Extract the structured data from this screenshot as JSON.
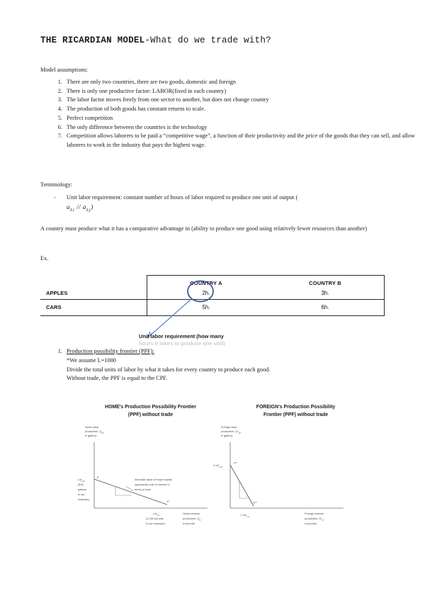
{
  "document": {
    "title_bold": "THE RICARDIAN MODEL",
    "title_rest": "-What do we trade with?",
    "assumptions_heading": "Model assumptions:",
    "assumptions": [
      "There are only two countries, there are two goods, domestic and foreign",
      "There is only one productive factor: LABOR(fixed in each country)",
      "The labor factor moves freely from one sector to another, but does not change country",
      "The production of both goods has constant returns to scale.",
      "Perfect competition",
      "The only difference between the countries is the technology",
      "Competition allows laborers to be paid a “competitive wage”, a function of their productivity and the price of the goods that they can sell, and allow laborers to work in the industry that pays the highest wage."
    ],
    "terminology_heading": "Terminology:",
    "terminology_item": "Unit labor requirement: constant number of hours of labor required to produce one unit of output (",
    "terminology_math_a": "a",
    "terminology_math_a_sub": "Li",
    "terminology_math_sep": " // ",
    "terminology_math_b": "a",
    "terminology_math_b_sub": "Lj",
    "terminology_math_close": ")",
    "comparative_advantage": "A country must produce what it has a comparative advantage in (ability to produce one good using relatively fewer resources than another)",
    "example_label": "Ex."
  },
  "table": {
    "columns": [
      "COUNTRY A",
      "COUNTRY B"
    ],
    "rows": [
      {
        "label": "APPLES",
        "country_a": "2h.",
        "country_b": "3h."
      },
      {
        "label": "CARS",
        "country_a": "5h.",
        "country_b": "6h."
      }
    ],
    "annotation": {
      "circled_value": "2h.",
      "caption_line1": "Unit labor requirement (how many",
      "caption_line2": "hours it takes to produce one unit)",
      "ink_color": "#2f5496"
    }
  },
  "ppf": {
    "number": "1.",
    "heading": "Production possibility frontier (PPF):",
    "line_assume": "*We assume L=1000",
    "line_divide": "Divide the total units of labor by what it takes for every country to produce each good.",
    "line_without": "Without trade, the PPF is equal to the CPF."
  },
  "chart_data": [
    {
      "type": "line",
      "title": "HOME's Production Possibility Frontier (PPF) without trade",
      "title_line1": "HOME's Production Possibility Frontier",
      "title_line2": "(PPF) without trade",
      "ylabel": "Home wine production, Q",
      "ylabel_sub": "W",
      "ylabel_unit": ", in gallons",
      "xlabel": "Home cheese production, Q",
      "xlabel_sub": "C",
      "xlabel_unit": ", in pounds",
      "y_intercept_label": "L/a",
      "y_intercept_sub": "LW",
      "y_intercept_note1": "(500",
      "y_intercept_note2": "gallons",
      "y_intercept_note3": "in our",
      "y_intercept_note4": "example)",
      "x_intercept_label": "L/a",
      "x_intercept_sub": "LC",
      "x_intercept_note1": "(1,000 pounds",
      "x_intercept_note2": "in our example)",
      "point_labels": [
        "F",
        "F"
      ],
      "annotation_line1": "Absolute value of slope equals",
      "annotation_line2": "opportunity cost of cheese in",
      "annotation_line3": "terms of wine",
      "x": [
        0,
        1000
      ],
      "y": [
        500,
        0
      ],
      "slope_magnitude": 0.5,
      "xlim": [
        0,
        1400
      ],
      "ylim": [
        0,
        640
      ],
      "grid": false
    },
    {
      "type": "line",
      "title": "FOREIGN's Production Possibility Frontier (PPF) without trade",
      "title_line1": "FOREIGN's Production Possibility",
      "title_line2": "Frontier (PPF) without trade",
      "ylabel": "Foreign wine production, Q*",
      "ylabel_sub": "W",
      "ylabel_unit": ", in gallons",
      "xlabel": "Foreign cheese production, Q*",
      "xlabel_sub": "C",
      "xlabel_unit": ", in pounds",
      "y_intercept_label": "L*/a*",
      "y_intercept_sub": "LW",
      "x_intercept_label": "L*/a*",
      "x_intercept_sub": "LC",
      "point_labels": [
        "F*",
        "F*"
      ],
      "x": [
        0,
        330
      ],
      "y": [
        590,
        0
      ],
      "slope_magnitude": 2,
      "xlim": [
        0,
        1400
      ],
      "ylim": [
        0,
        640
      ],
      "grid": false
    }
  ]
}
